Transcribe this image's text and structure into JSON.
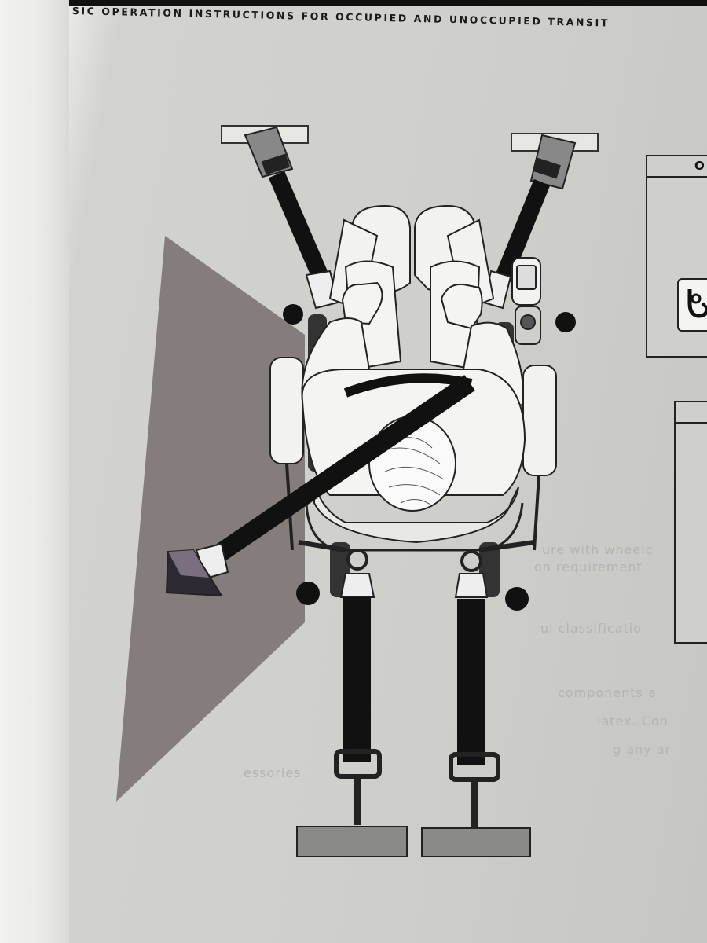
{
  "header": {
    "title": "SIC OPERATION INSTRUCTIONS FOR OCCUPIED AND UNOCCUPIED TRANSIT"
  },
  "figure": {
    "description_icons": [
      "wheelchair-top-view",
      "tiedown-strap",
      "lap-shoulder-belt",
      "joystick-controller",
      "hook-icon"
    ]
  },
  "right_panels": [
    {
      "header": "O"
    },
    {
      "header": ""
    }
  ],
  "background_text": [
    "ure with wheelc",
    "on requirement",
    "ul classificatio",
    "components a",
    "latex. Con",
    "g any ar",
    "essories"
  ]
}
